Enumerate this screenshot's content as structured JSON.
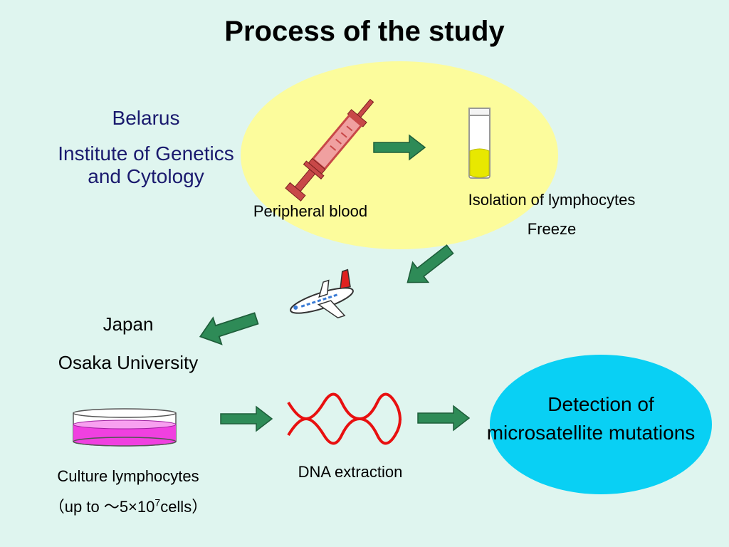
{
  "title": "Process of the study",
  "belarus": {
    "country": "Belarus",
    "institute_line1": "Institute of Genetics",
    "institute_line2": "and Cytology"
  },
  "japan": {
    "country": "Japan",
    "institute": "Osaka University"
  },
  "steps": {
    "peripheral_blood": "Peripheral blood",
    "isolation": "Isolation of lymphocytes",
    "freeze": "Freeze",
    "culture": "Culture lymphocytes",
    "culture_amount_prefix": "（up to ～5×10",
    "culture_amount_exponent": "7",
    "culture_amount_suffix": "cells）",
    "dna_extraction": "DNA extraction",
    "detection_line1": "Detection of",
    "detection_line2": "microsatellite mutations"
  },
  "colors": {
    "background": "#dff5ef",
    "yellow_ellipse": "#fcfc9c",
    "cyan_ellipse": "#09d0f4",
    "arrow_fill": "#2e8b57",
    "syringe": "#c84848",
    "tube_liquid": "#e8e800",
    "dish_medium": "#f040e0",
    "dna": "#e81010"
  },
  "icons": {
    "syringe": "syringe-icon",
    "tube": "test-tube-icon",
    "airplane": "airplane-icon",
    "dish": "petri-dish-icon",
    "dna": "dna-helix-icon"
  }
}
